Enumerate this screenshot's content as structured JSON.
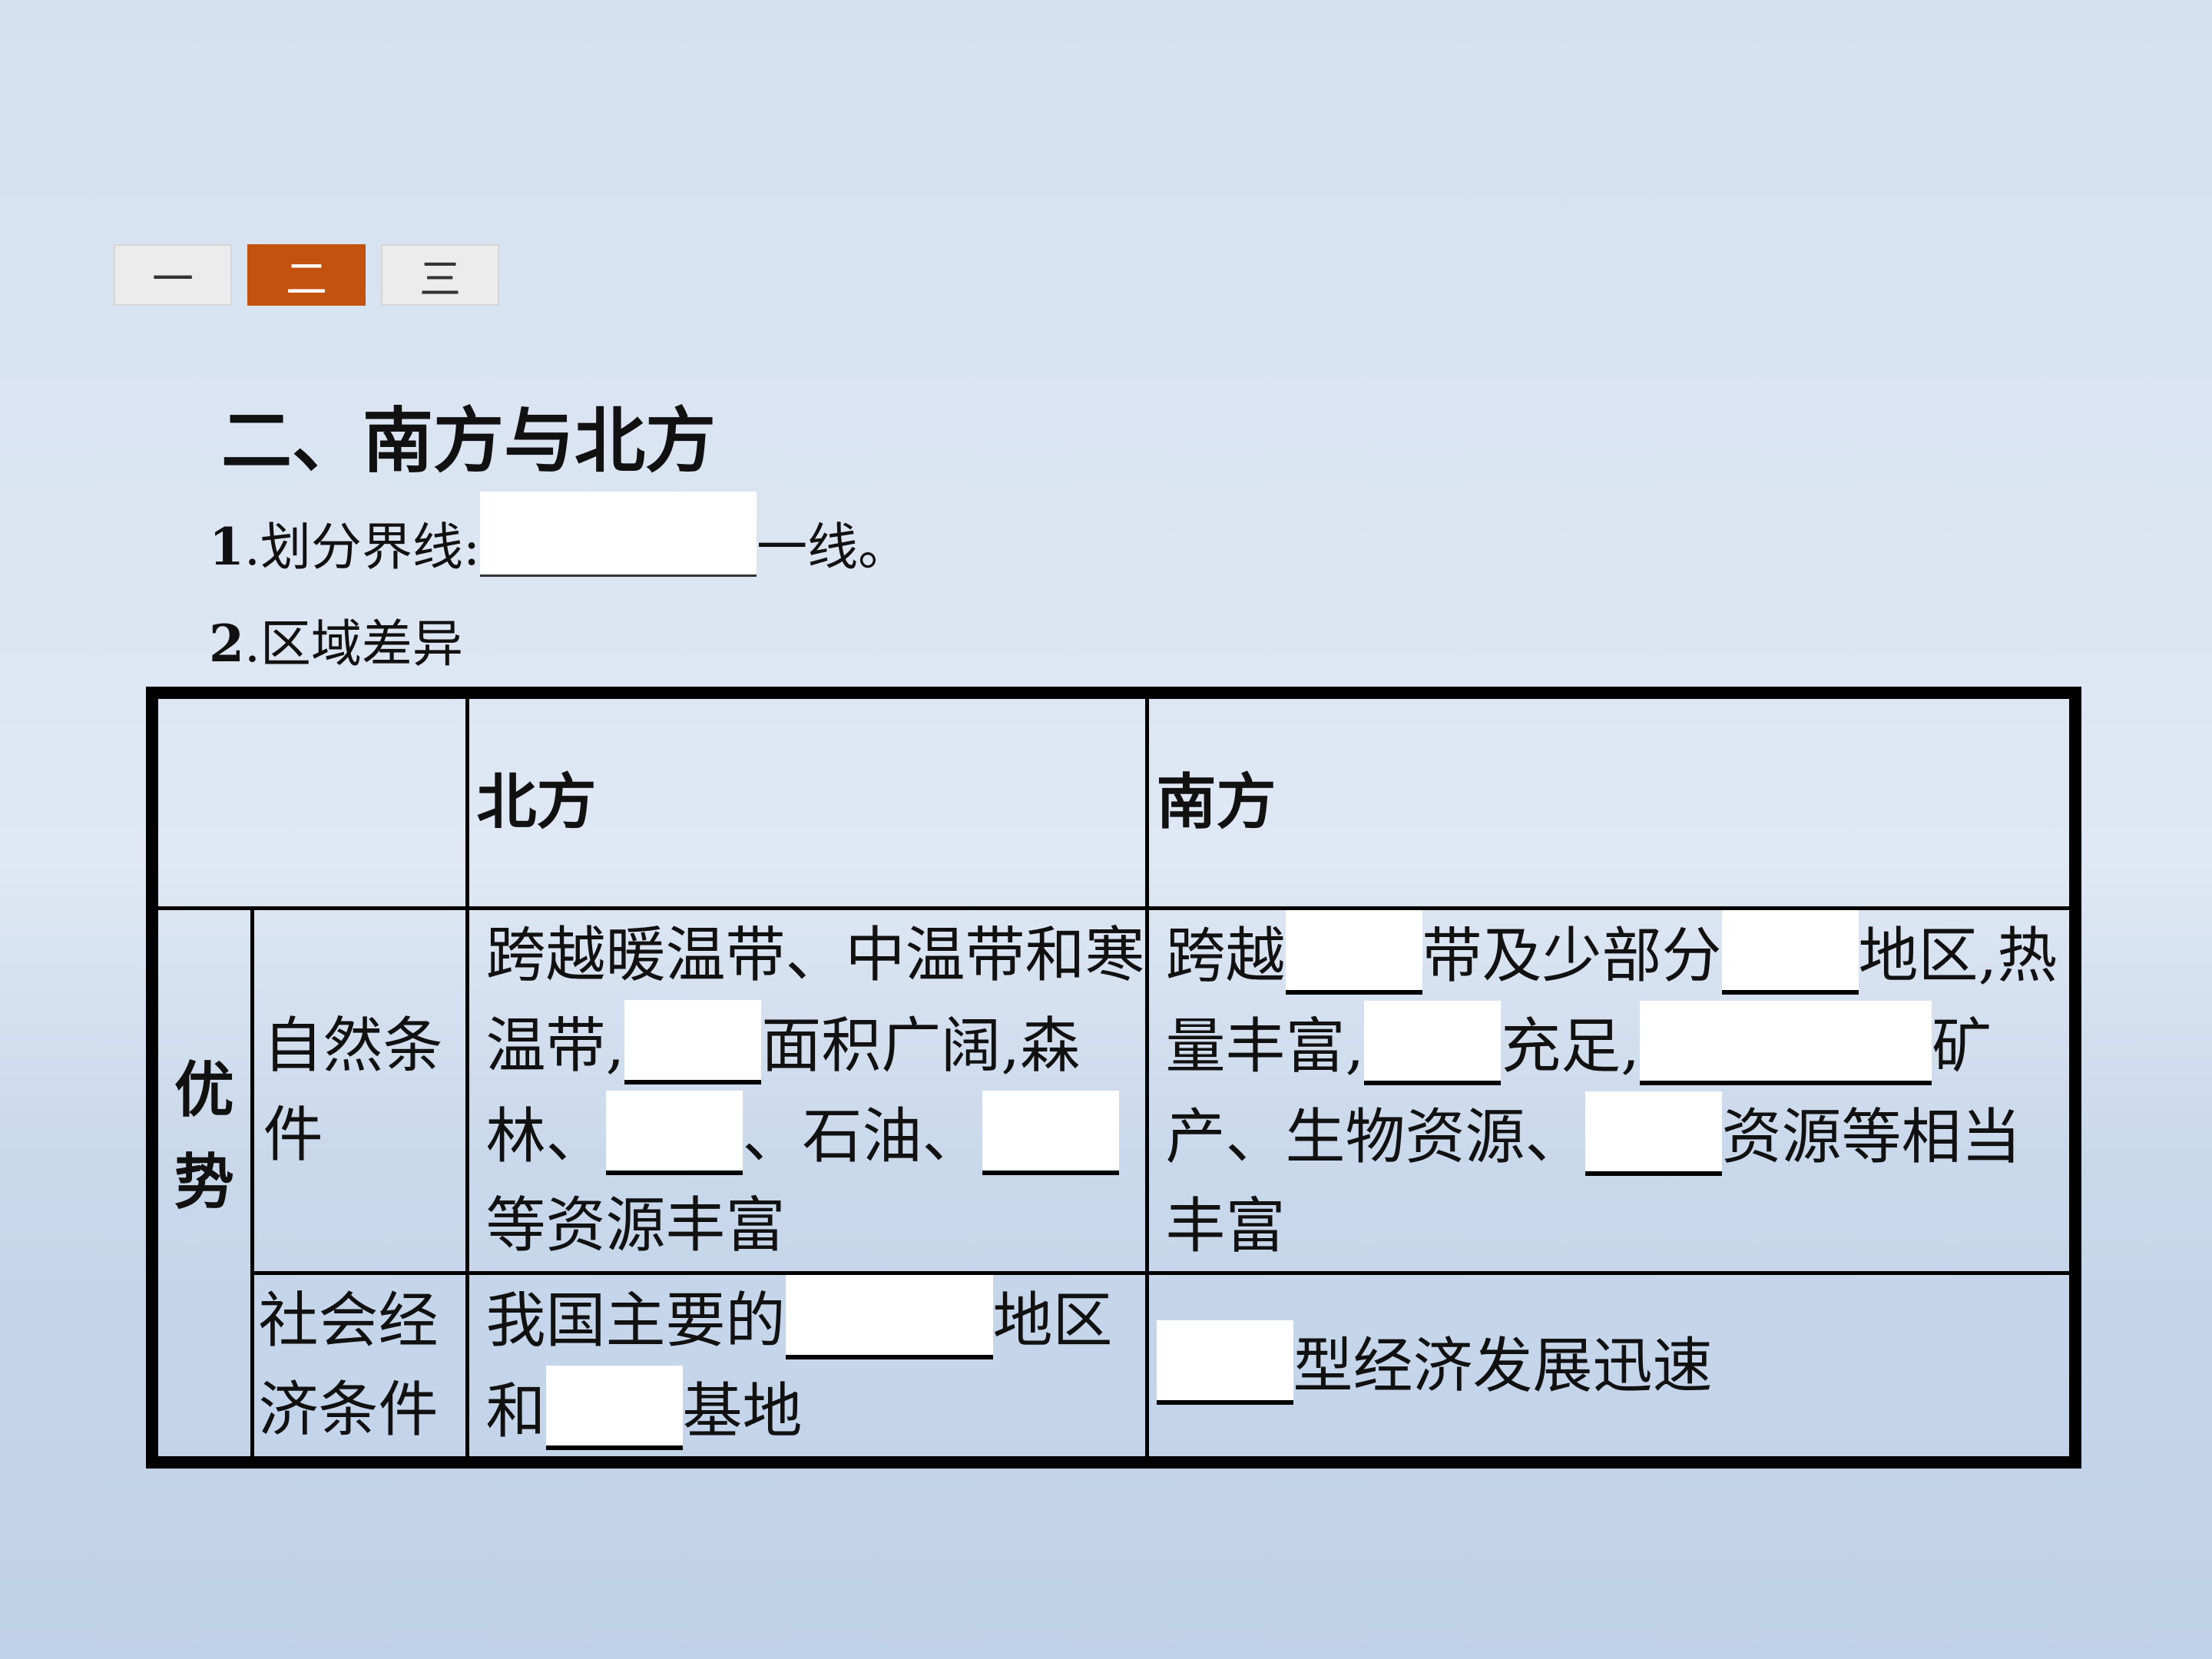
{
  "tabs": [
    "一",
    "二",
    "三"
  ],
  "title": "二、南方与北方",
  "line1": {
    "num": "1",
    "label": ".划分界线:",
    "suffix": "一线。"
  },
  "line2": {
    "num": "2",
    "label": ".区域差异"
  },
  "table": {
    "header_north": "北方",
    "header_south": "南方",
    "label_advantage": "优势",
    "label_natural": "自然条件",
    "label_social": "社会经济条件",
    "north_natural": {
      "p1": "跨越暖温带、中温带和寒温带,",
      "p2": "面积广阔,森林、",
      "p3": "、石油、",
      "p4": "等资源丰富"
    },
    "south_natural": {
      "p1": "跨越",
      "p2": "带及少部分",
      "p3": "地区,热量丰富,",
      "p4": "充足,",
      "p5": "矿产、生物资源、",
      "p6": "资源等相当丰富"
    },
    "north_social": {
      "p1": "我国主要的",
      "p2": "地区和",
      "p3": "基地"
    },
    "south_social": {
      "p1": "型经济发展迅速"
    }
  }
}
